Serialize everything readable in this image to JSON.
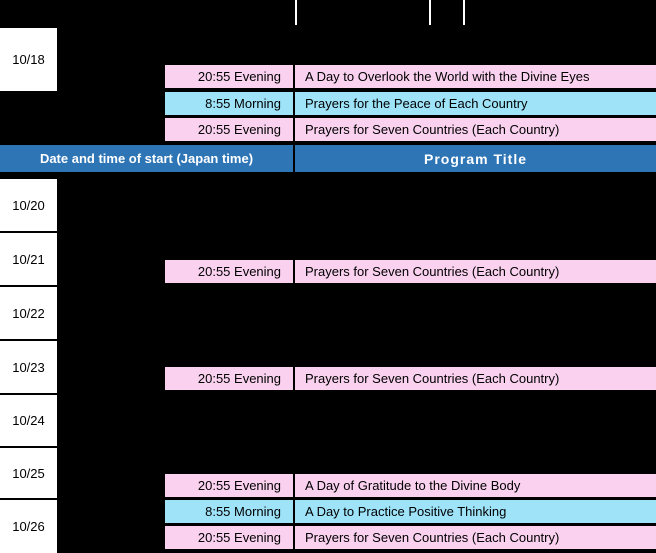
{
  "colors": {
    "background": "#000000",
    "header_bg": "#2E75B6",
    "header_text": "#FFFFFF",
    "pink_row": "#FAD2EF",
    "blue_row": "#9FE3F9",
    "date_cell_bg": "#FFFFFF",
    "date_cell_text": "#000000"
  },
  "header": {
    "left": "Date and time of start (Japan time)",
    "right": "Program Title"
  },
  "dates": [
    {
      "label": "10/18"
    },
    {
      "label": "10/20"
    },
    {
      "label": "10/21"
    },
    {
      "label": "10/22"
    },
    {
      "label": "10/23"
    },
    {
      "label": "10/24"
    },
    {
      "label": "10/25"
    },
    {
      "label": "10/26"
    }
  ],
  "entries": [
    {
      "time": "20:55 Evening",
      "title": "A Day to Overlook the World with the Divine Eyes",
      "style": "pink"
    },
    {
      "time": "8:55 Morning",
      "title": "Prayers for the Peace of Each Country",
      "style": "blue"
    },
    {
      "time": "20:55 Evening",
      "title": "Prayers for Seven Countries (Each Country)",
      "style": "pink"
    },
    {
      "time": "20:55 Evening",
      "title": "Prayers for Seven Countries (Each Country)",
      "style": "pink"
    },
    {
      "time": "20:55 Evening",
      "title": "Prayers for Seven Countries (Each Country)",
      "style": "pink"
    },
    {
      "time": "20:55 Evening",
      "title": "A Day of Gratitude to the Divine Body",
      "style": "pink"
    },
    {
      "time": "8:55 Morning",
      "title": "A Day to Practice Positive Thinking",
      "style": "blue"
    },
    {
      "time": "20:55 Evening",
      "title": "Prayers for Seven Countries (Each Country)",
      "style": "pink"
    }
  ]
}
